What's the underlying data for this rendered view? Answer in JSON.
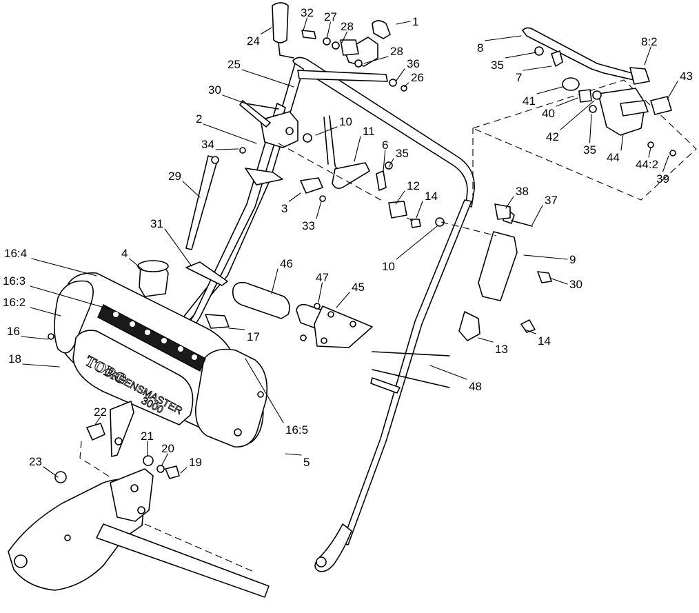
{
  "diagram": {
    "decal": {
      "brand": "TORO",
      "model": "GREENSMASTER",
      "model_number": "3000"
    },
    "callouts": [
      {
        "id": "c1",
        "text": "1"
      },
      {
        "id": "c2",
        "text": "2"
      },
      {
        "id": "c3",
        "text": "3"
      },
      {
        "id": "c4",
        "text": "4"
      },
      {
        "id": "c5",
        "text": "5"
      },
      {
        "id": "c6",
        "text": "6"
      },
      {
        "id": "c7",
        "text": "7"
      },
      {
        "id": "c8",
        "text": "8"
      },
      {
        "id": "c8_2",
        "text": "8:2"
      },
      {
        "id": "c9",
        "text": "9"
      },
      {
        "id": "c10a",
        "text": "10"
      },
      {
        "id": "c10b",
        "text": "10"
      },
      {
        "id": "c11",
        "text": "11"
      },
      {
        "id": "c12",
        "text": "12"
      },
      {
        "id": "c13",
        "text": "13"
      },
      {
        "id": "c14a",
        "text": "14"
      },
      {
        "id": "c14b",
        "text": "14"
      },
      {
        "id": "c16",
        "text": "16"
      },
      {
        "id": "c16_2",
        "text": "16:2"
      },
      {
        "id": "c16_3",
        "text": "16:3"
      },
      {
        "id": "c16_4",
        "text": "16:4"
      },
      {
        "id": "c16_5",
        "text": "16:5"
      },
      {
        "id": "c17",
        "text": "17"
      },
      {
        "id": "c18",
        "text": "18"
      },
      {
        "id": "c19",
        "text": "19"
      },
      {
        "id": "c20",
        "text": "20"
      },
      {
        "id": "c21",
        "text": "21"
      },
      {
        "id": "c22",
        "text": "22"
      },
      {
        "id": "c23",
        "text": "23"
      },
      {
        "id": "c24",
        "text": "24"
      },
      {
        "id": "c25",
        "text": "25"
      },
      {
        "id": "c26",
        "text": "26"
      },
      {
        "id": "c27",
        "text": "27"
      },
      {
        "id": "c28a",
        "text": "28"
      },
      {
        "id": "c28b",
        "text": "28"
      },
      {
        "id": "c29",
        "text": "29"
      },
      {
        "id": "c30a",
        "text": "30"
      },
      {
        "id": "c30b",
        "text": "30"
      },
      {
        "id": "c31",
        "text": "31"
      },
      {
        "id": "c32",
        "text": "32"
      },
      {
        "id": "c33",
        "text": "33"
      },
      {
        "id": "c34",
        "text": "34"
      },
      {
        "id": "c35a",
        "text": "35"
      },
      {
        "id": "c35b",
        "text": "35"
      },
      {
        "id": "c35c",
        "text": "35"
      },
      {
        "id": "c36",
        "text": "36"
      },
      {
        "id": "c37",
        "text": "37"
      },
      {
        "id": "c38",
        "text": "38"
      },
      {
        "id": "c39",
        "text": "39"
      },
      {
        "id": "c40",
        "text": "40"
      },
      {
        "id": "c41",
        "text": "41"
      },
      {
        "id": "c42",
        "text": "42"
      },
      {
        "id": "c43",
        "text": "43"
      },
      {
        "id": "c44",
        "text": "44"
      },
      {
        "id": "c44_2",
        "text": "44:2"
      },
      {
        "id": "c45",
        "text": "45"
      },
      {
        "id": "c46",
        "text": "46"
      },
      {
        "id": "c47",
        "text": "47"
      },
      {
        "id": "c48",
        "text": "48"
      }
    ]
  }
}
